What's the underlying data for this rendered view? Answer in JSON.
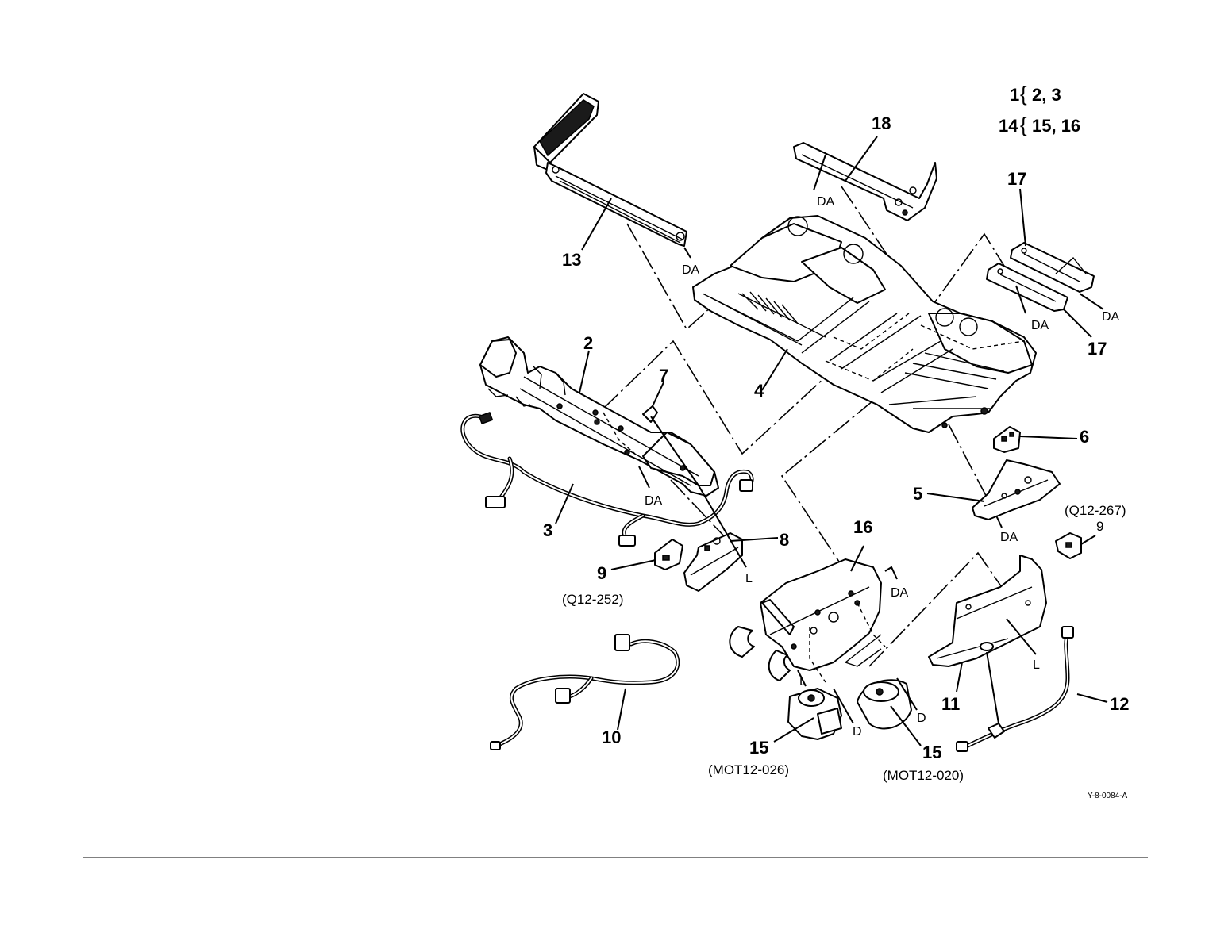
{
  "legend": {
    "row1": {
      "parent": "1",
      "children": "2, 3"
    },
    "row2": {
      "parent": "14",
      "children": "15, 16"
    }
  },
  "callouts": {
    "c2": "2",
    "c3": "3",
    "c4": "4",
    "c5": "5",
    "c6": "6",
    "c7": "7",
    "c8": "8",
    "c9a": "9",
    "c9b": "9",
    "c10": "10",
    "c11": "11",
    "c12": "12",
    "c13": "13",
    "c15a": "15",
    "c15b": "15",
    "c16": "16",
    "c17a": "17",
    "c17b": "17",
    "c18": "18"
  },
  "labels": {
    "da_18": "DA",
    "da_13": "DA",
    "da_17a": "DA",
    "da_17b": "DA",
    "da_2": "DA",
    "da_5": "DA",
    "da_16": "DA",
    "l_8": "L",
    "l_16": "L",
    "l_11": "L",
    "d_15a": "D",
    "d_15b": "D"
  },
  "references": {
    "q12_252": "(Q12-252)",
    "q12_267": "(Q12-267)",
    "mot12_026": "(MOT12-026)",
    "mot12_020": "(MOT12-020)"
  },
  "figure_code": "Y-8-0084-A"
}
